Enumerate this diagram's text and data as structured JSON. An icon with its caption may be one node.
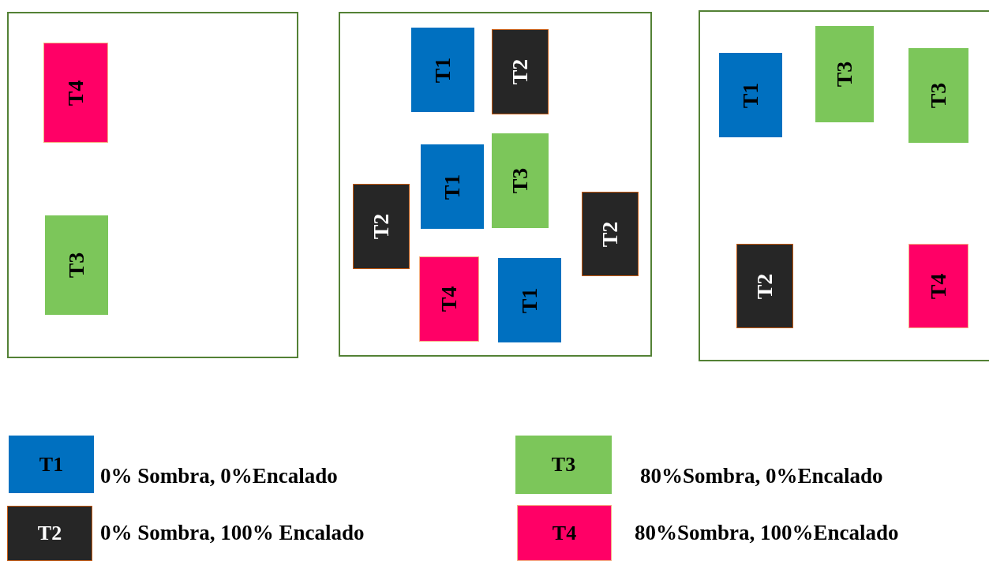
{
  "diagram": {
    "nodes": [
      {
        "text": [],
        "shape": "box"
      },
      {
        "text": [
          "T4"
        ],
        "in": 0
      },
      {
        "text": [
          "T3"
        ],
        "in": 0
      },
      {
        "text": [],
        "shape": "box"
      },
      {
        "text": [
          "T1"
        ],
        "in": 3
      },
      {
        "text": [
          "T2"
        ],
        "in": 3
      },
      {
        "text": [
          "T1"
        ],
        "in": 3
      },
      {
        "text": [
          "T3"
        ],
        "in": 3
      },
      {
        "text": [
          "T2"
        ],
        "in": 3
      },
      {
        "text": [
          "T2"
        ],
        "in": 3
      },
      {
        "text": [
          "T4"
        ],
        "in": 3
      },
      {
        "text": [
          "T1"
        ],
        "in": 3
      },
      {
        "text": [],
        "shape": "box"
      },
      {
        "text": [
          "T1"
        ],
        "in": 12
      },
      {
        "text": [
          "T3"
        ],
        "in": 12
      },
      {
        "text": [
          "T3"
        ],
        "in": 12
      },
      {
        "text": [
          "T2"
        ],
        "in": 12
      },
      {
        "text": [
          "T4"
        ],
        "in": 12
      },
      {
        "text": [
          "T1"
        ],
        "beside": [
          "0% Sombra, 0%Encalado"
        ]
      },
      {
        "text": [
          "T3"
        ],
        "beside": [
          "80%Sombra, 0%Encalado"
        ]
      },
      {
        "text": [
          "T2"
        ],
        "beside": [
          "0% Sombra, 100% Encalado"
        ]
      },
      {
        "text": [
          "T4"
        ],
        "beside": [
          "80%Sombra, 100%Encalado"
        ]
      }
    ],
    "edges": []
  }
}
